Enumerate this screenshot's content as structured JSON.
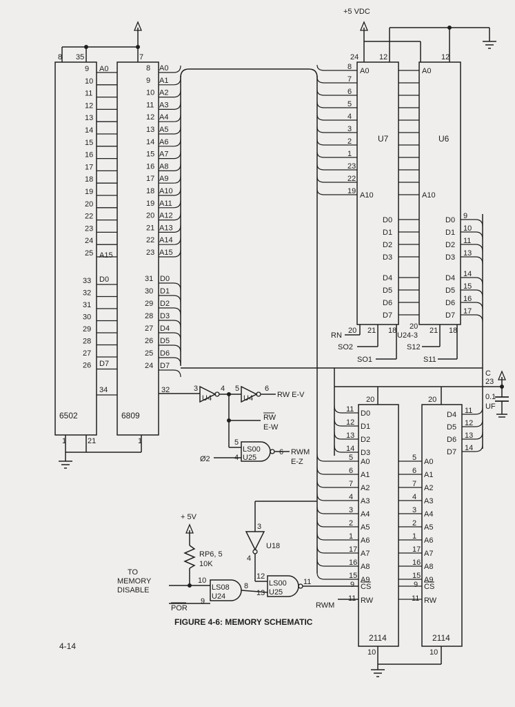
{
  "caption": "FIGURE 4-6: MEMORY SCHEMATIC",
  "page_number": "4-14",
  "colors": {
    "ink": "#1e1e1e",
    "paper": "#efeeec"
  },
  "chips": {
    "cpu6502": "6502",
    "cpu6809": "6809",
    "u7": "U7",
    "u6": "U6",
    "ram_left": "2114",
    "ram_right": "2114",
    "gate_inv1": "U4",
    "gate_inv2": "U4",
    "gate_nand1": "LS00",
    "gate_nand1_ref": "U25",
    "gate_nand2": "LS00",
    "gate_nand2_ref": "U25",
    "gate_and": "LS08",
    "gate_and_ref": "U24",
    "gate_inv3": "U18"
  },
  "cpu6502": {
    "pins_addr": [
      "9",
      "10",
      "11",
      "12",
      "13",
      "14",
      "15",
      "16",
      "17",
      "18",
      "19",
      "20",
      "22",
      "23",
      "24",
      "25"
    ],
    "pins_data": [
      "33",
      "32",
      "31",
      "30",
      "29",
      "28",
      "27",
      "26"
    ],
    "label_a0": "A0",
    "label_a15": "A15",
    "label_d0": "D0",
    "label_d7": "D7",
    "pin_top_left": "8",
    "pin_top_right": "35",
    "pin_34": "34",
    "pin_bottom_left": "1",
    "pin_bottom_right": "21"
  },
  "cpu6809": {
    "addr_labels": [
      "A0",
      "A1",
      "A2",
      "A3",
      "A4",
      "A5",
      "A6",
      "A7",
      "A8",
      "A9",
      "A10",
      "A11",
      "A12",
      "A13",
      "A14",
      "A15"
    ],
    "pins_addr": [
      "8",
      "9",
      "10",
      "11",
      "12",
      "13",
      "14",
      "15",
      "16",
      "17",
      "18",
      "19",
      "20",
      "21",
      "22",
      "23"
    ],
    "data_labels": [
      "D0",
      "D1",
      "D2",
      "D3",
      "D4",
      "D5",
      "D6",
      "D7"
    ],
    "pins_data": [
      "31",
      "30",
      "29",
      "28",
      "27",
      "26",
      "25",
      "24"
    ],
    "pin_top": "7",
    "pin_32": "32",
    "pin_bottom": "1"
  },
  "u7": {
    "pins_left": [
      "8",
      "7",
      "6",
      "5",
      "4",
      "3",
      "2",
      "1",
      "23",
      "22",
      "19"
    ],
    "label_a0": "A0",
    "label_a10": "A10",
    "data_labels": [
      "D0",
      "D1",
      "D2",
      "D3",
      "D4",
      "D5",
      "D6",
      "D7"
    ],
    "pin_top_vcc": "24",
    "pin_top_12": "12",
    "pin_20": "20",
    "pin_21": "21",
    "pin_18": "18"
  },
  "u6": {
    "label_a0": "A0",
    "label_a10": "A10",
    "data_labels": [
      "D0",
      "D1",
      "D2",
      "D3",
      "D4",
      "D5",
      "D6",
      "D7"
    ],
    "pins_data": [
      "9",
      "10",
      "11",
      "13",
      "14",
      "15",
      "16",
      "17"
    ],
    "pin_top_12": "12",
    "pin_20": "20",
    "pin_21": "21",
    "pin_18": "18",
    "pin_24_3": "U24-3"
  },
  "ram_left": {
    "data_labels": [
      "D0",
      "D1",
      "D2",
      "D3"
    ],
    "pins_data": [
      "11",
      "12",
      "13",
      "14"
    ],
    "addr_labels": [
      "A0",
      "A1",
      "A2",
      "A3",
      "A4",
      "A5",
      "A6",
      "A7",
      "A8",
      "A9"
    ],
    "pins_addr_left": [
      "5",
      "6",
      "7",
      "4",
      "3",
      "2",
      "1",
      "17",
      "16",
      "15"
    ],
    "pins_addr_right": [
      "5",
      "6",
      "7",
      "4",
      "3",
      "2",
      "1",
      "17",
      "16",
      "15"
    ],
    "cs": "CS",
    "rw": "RW",
    "pin_cs": "9",
    "pin_rw": "11",
    "pin_cs_r": "9",
    "pin_rw_r": "11",
    "pin_top": "20",
    "pin_bottom": "10"
  },
  "ram_right": {
    "data_labels": [
      "D4",
      "D5",
      "D6",
      "D7"
    ],
    "pins_data": [
      "11",
      "12",
      "13",
      "14"
    ],
    "addr_labels": [
      "A0",
      "A1",
      "A2",
      "A3",
      "A4",
      "A5",
      "A6",
      "A7",
      "A8",
      "A9"
    ],
    "cs": "CS",
    "rw": "RW",
    "pin_top": "20",
    "pin_bottom": "10"
  },
  "signals": {
    "vcc_top": "+5 VDC",
    "rn": "RN",
    "so2": "SO2",
    "so1": "SO1",
    "s12": "S12",
    "s11": "S11",
    "rw_ev": "RW E-V",
    "rw_bar": "RW",
    "e_w": "E-W",
    "phi2": "Ø2",
    "rwm_out": "RWM",
    "e_z": "E-Z",
    "plus5v": "+ 5V",
    "rp_name": "RP6, 5",
    "rp_val": "10K",
    "to_memory": "TO",
    "memory": "MEMORY",
    "disable": "DISABLE",
    "por": "POR",
    "rwm": "RWM",
    "cap_c": "C",
    "cap_num": "23",
    "cap_val": "0.1",
    "cap_unit": "UF"
  },
  "gate_pins": {
    "inv1_in": "3",
    "inv1_out": "4",
    "inv2_in": "5",
    "inv2_out": "6",
    "nand1_in_a": "5",
    "nand1_in_b": "4",
    "nand1_out": "6",
    "inv3_in": "3",
    "inv3_out": "4",
    "nand2_in_a": "12",
    "nand2_in_b": "13",
    "nand2_out": "11",
    "and_in_a": "10",
    "and_in_b": "9",
    "and_out": "8"
  }
}
